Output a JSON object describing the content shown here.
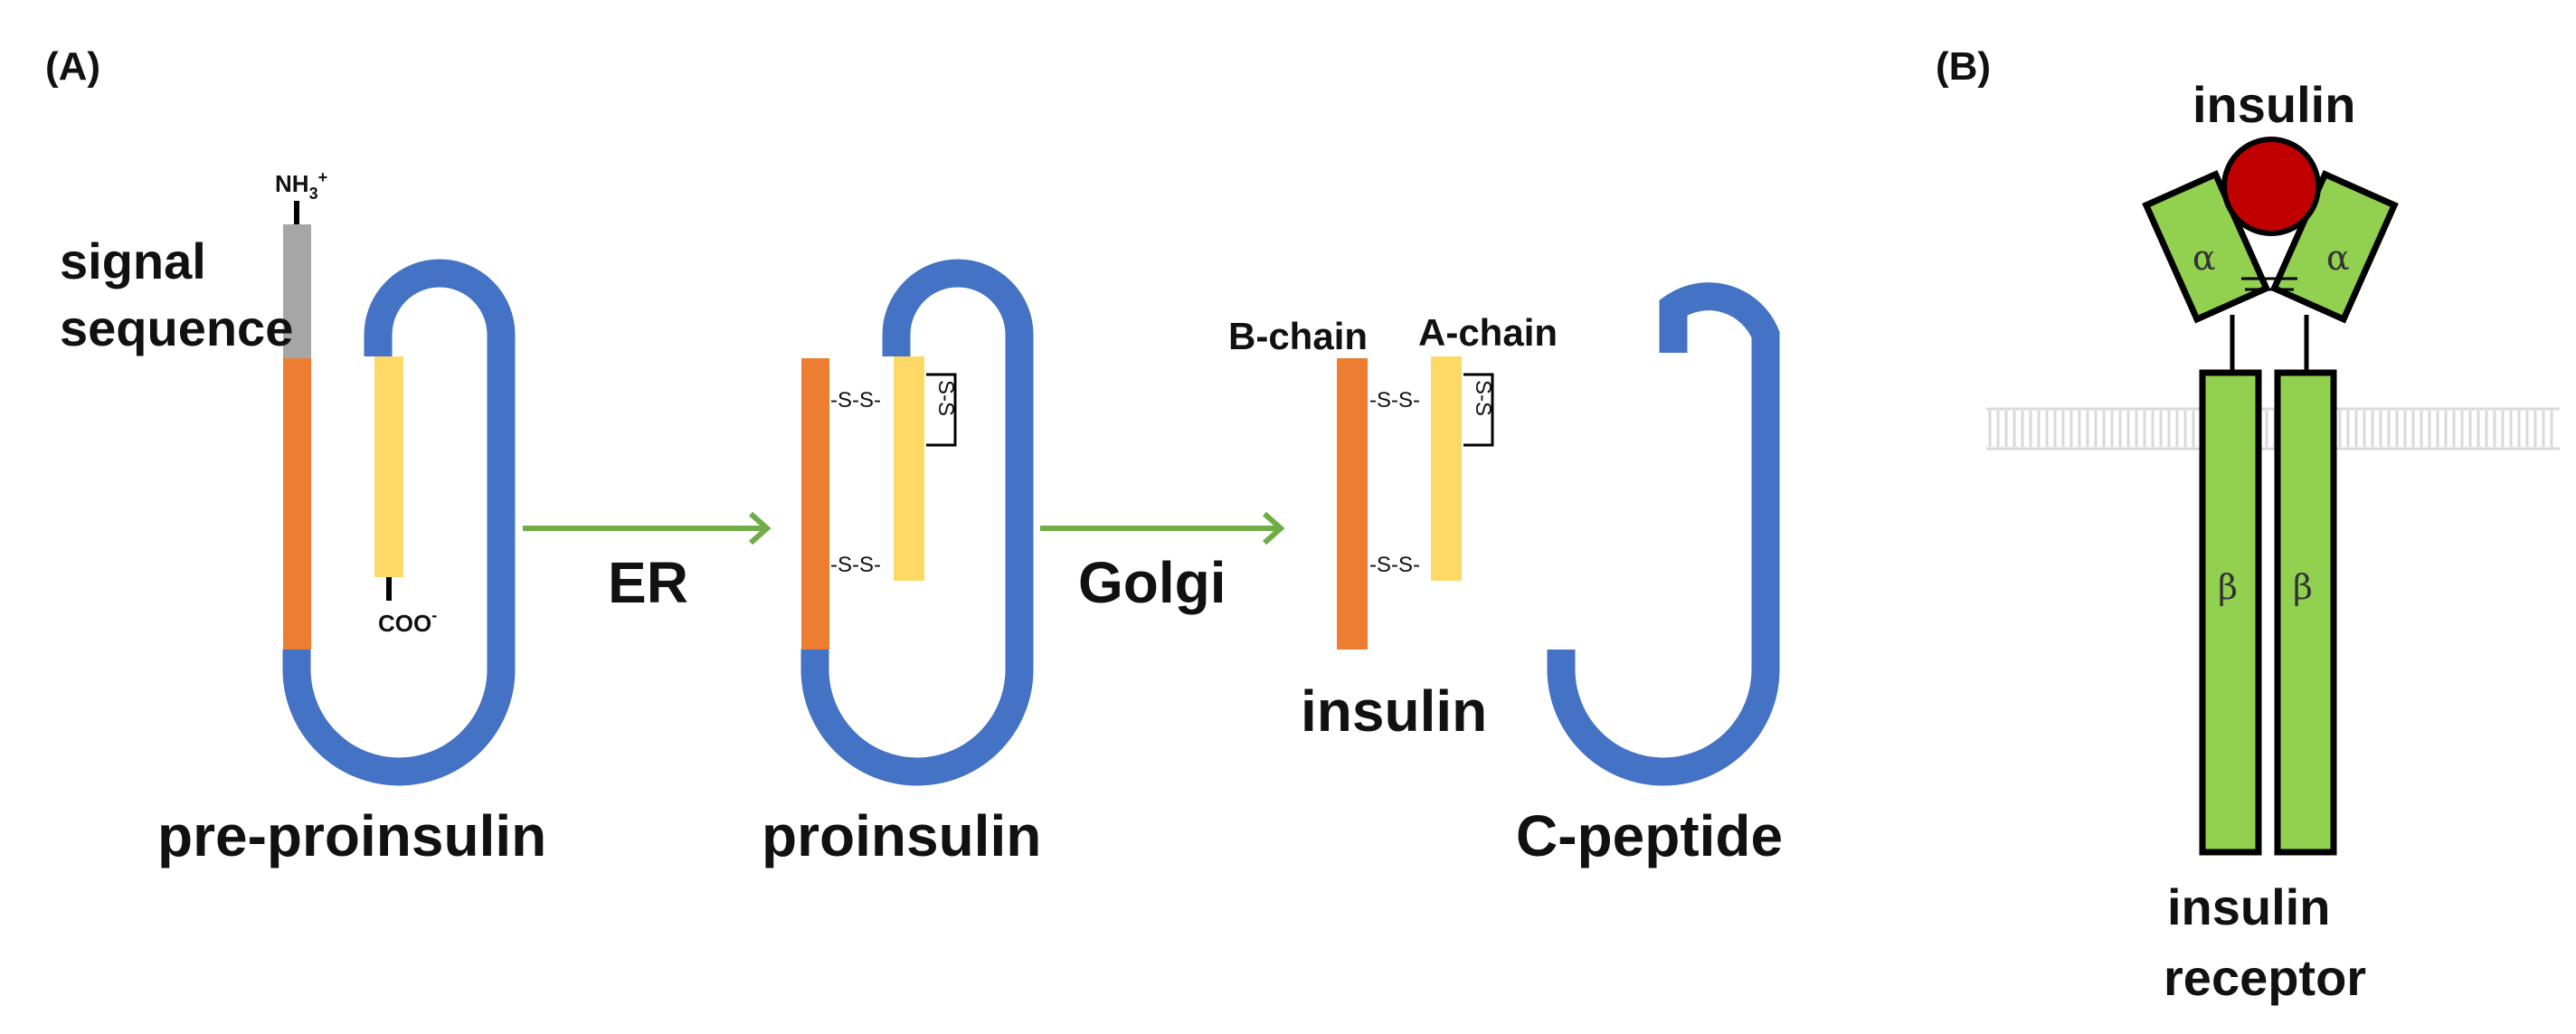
{
  "panel_a": {
    "label": "(A)",
    "pre_proinsulin": {
      "nh3": "NH",
      "nh3_sub": "3",
      "nh3_sup": "+",
      "signal_line1": "signal",
      "signal_line2": "sequence",
      "coo": "COO",
      "coo_sup": "-",
      "caption": "pre-proinsulin"
    },
    "arrow1_label": "ER",
    "proinsulin": {
      "ss_top": "-S-S-",
      "ss_bottom": "-S-S-",
      "ss_intra": "S-S",
      "caption": "proinsulin"
    },
    "arrow2_label": "Golgi",
    "insulin": {
      "b_chain": "B-chain",
      "a_chain": "A-chain",
      "ss_top": "-S-S-",
      "ss_bottom": "-S-S-",
      "ss_intra": "S-S",
      "caption": "insulin"
    },
    "c_peptide": {
      "caption": "C-peptide"
    }
  },
  "panel_b": {
    "label": "(B)",
    "ligand": "insulin",
    "alpha_left": "α",
    "alpha_right": "α",
    "beta_left": "β",
    "beta_right": "β",
    "caption_line1": "insulin",
    "caption_line2": "receptor"
  },
  "colors": {
    "b_chain": "#ED7D31",
    "a_chain": "#FFD966",
    "c_peptide": "#4472C4",
    "signal": "#A6A6A6",
    "arrow": "#70AD47",
    "receptor": "#92D050",
    "insulin_ball": "#C00000",
    "membrane": "#D9D9D9"
  }
}
